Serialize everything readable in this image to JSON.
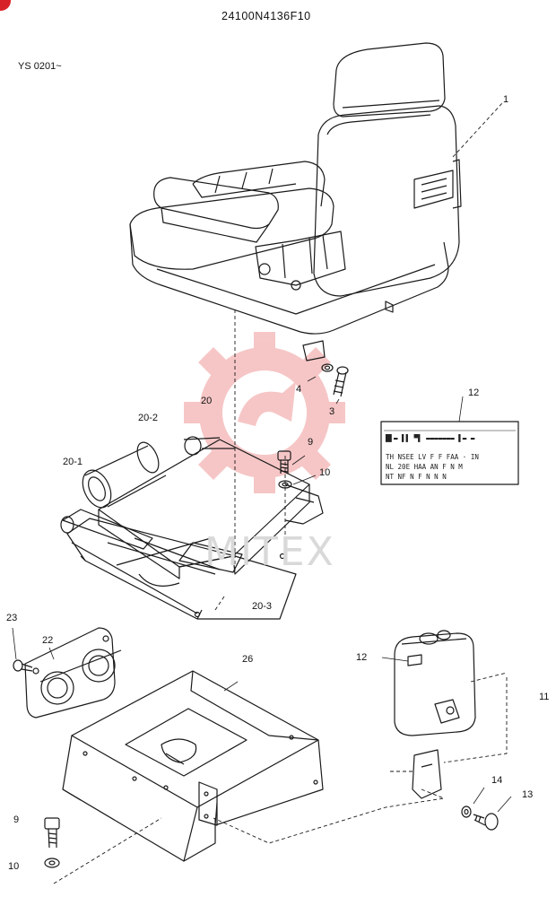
{
  "header": {
    "part_number": "24100N4136F10",
    "serial_range": "YS 0201~"
  },
  "watermark": {
    "text": "MITEX",
    "color": "#f3b4b4"
  },
  "accent": "#d8222a",
  "callouts": {
    "c1": "1",
    "c3": "3",
    "c4": "4",
    "c9a": "9",
    "c10a": "10",
    "c12a": "12",
    "c20": "20",
    "c20_1": "20-1",
    "c20_2": "20-2",
    "c20_3": "20-3",
    "c23": "23",
    "c22": "22",
    "c26": "26",
    "c12b": "12",
    "c11": "11",
    "c14": "14",
    "c13": "13",
    "c9b": "9",
    "c10b": "10"
  },
  "label_plate": {
    "lines": [
      "█▌▬ ▌▌ ▀▌ ▬▬▬▬▬▬▬ ▌▬ ▬",
      "TH NSEE LV F  F  FAA  ·  IN",
      "NL 20E  HAA AN  F N M",
      "   NT NF N   F N  N N"
    ]
  }
}
